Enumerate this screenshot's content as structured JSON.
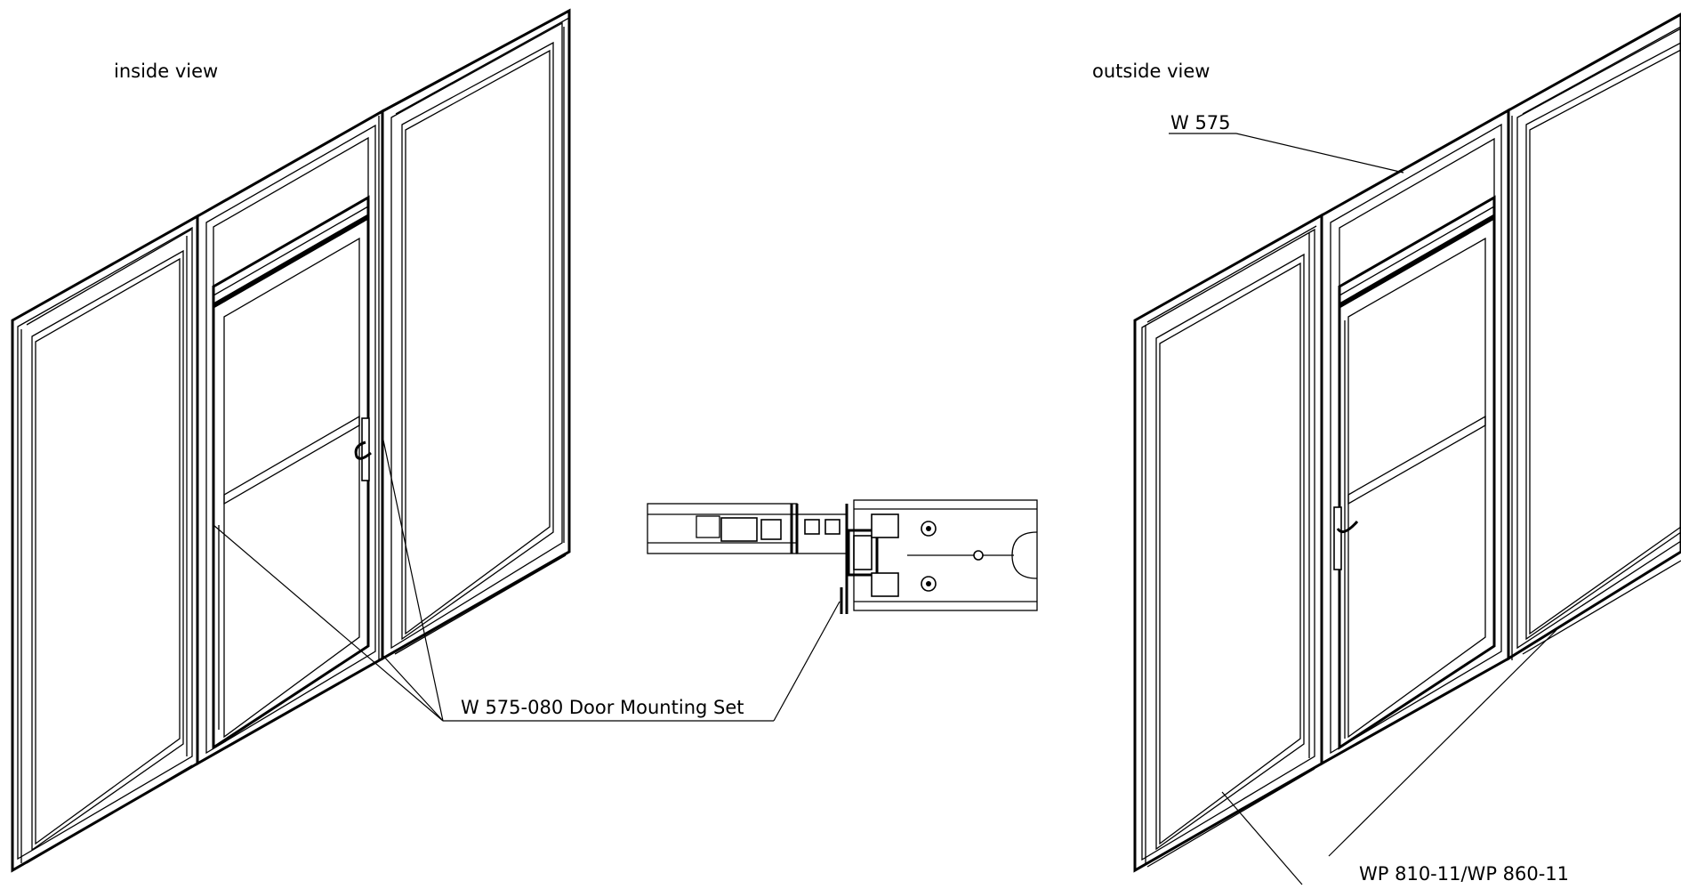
{
  "labels": {
    "inside_view": "inside view",
    "outside_view": "outside view",
    "profile_top": "W 575",
    "door_mounting_set": "W 575-080 Door Mounting Set",
    "profile_bottom": "WP 810-11/WP 860-11"
  },
  "colors": {
    "ink": "#000000",
    "paper": "#ffffff"
  }
}
